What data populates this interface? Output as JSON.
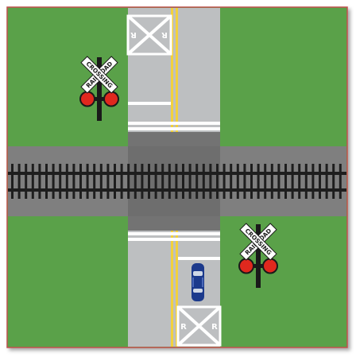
{
  "colors": {
    "grass": "#5aa148",
    "frame_border": "#c0504d",
    "road": "#bdbfc1",
    "rail_bed": "#7f7f7f",
    "crossing_pad": "#6e6e6e",
    "lane_marking": "#ffffff",
    "center_line": "#f2d13c",
    "track": "#1e1e1e",
    "signal_light": "#e0281e",
    "car_body": "#1c3a8c"
  },
  "pavement_markings": {
    "top": {
      "left_letter": "R",
      "right_letter": "R"
    },
    "bottom": {
      "left_letter": "R",
      "right_letter": "R"
    }
  },
  "crossbuck_signs": [
    {
      "word_1": "RAILROAD",
      "word_2": "CROSSING",
      "icon": "crossbuck-sign-icon"
    },
    {
      "word_1": "RAILROAD",
      "word_2": "CROSSING",
      "icon": "crossbuck-sign-icon"
    }
  ],
  "car": {
    "icon": "car-icon",
    "color": "#1c3a8c"
  }
}
